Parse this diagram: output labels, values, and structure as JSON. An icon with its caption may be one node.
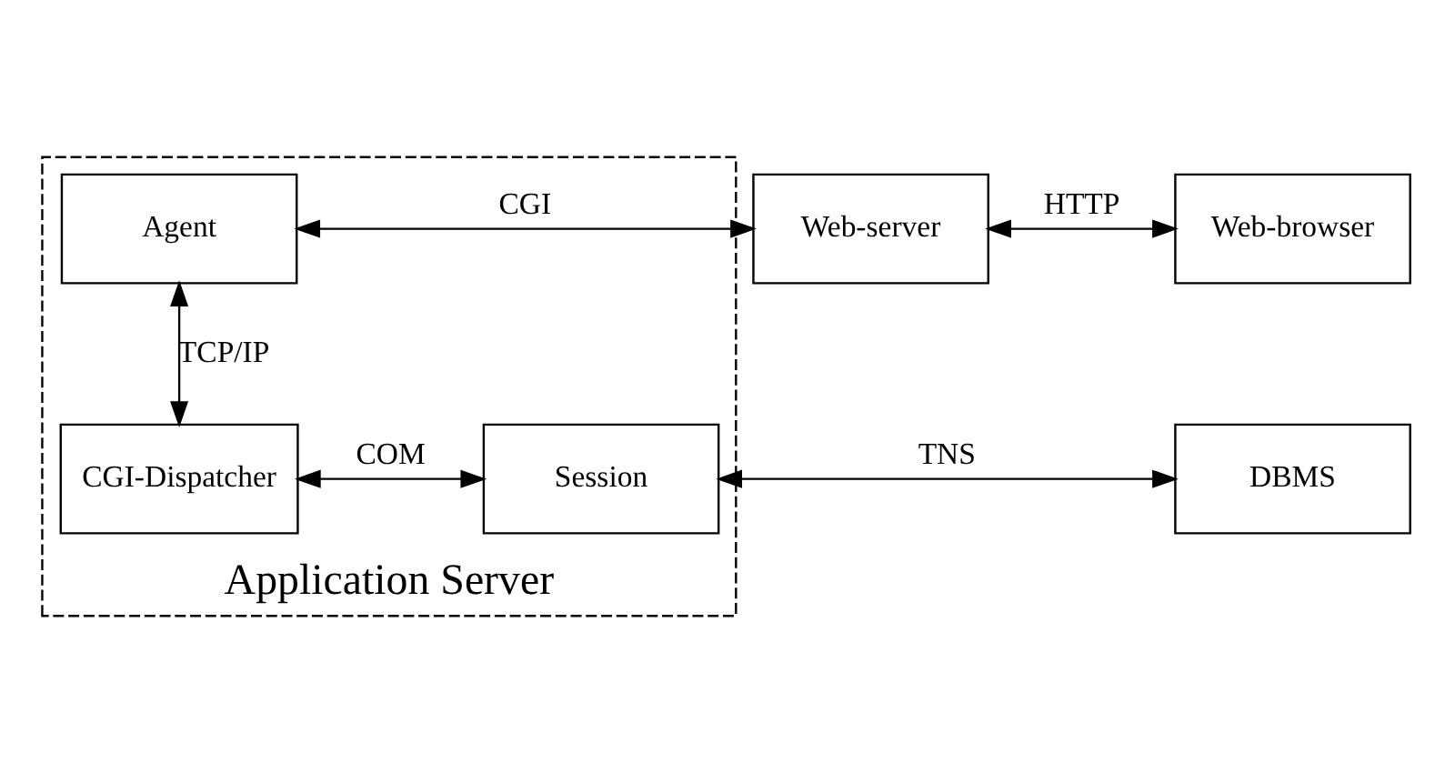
{
  "diagram": {
    "nodes": [
      {
        "text": [
          "Application Server"
        ]
      },
      {
        "text": [
          "Web-browser"
        ]
      },
      {
        "text": [
          "Web-server"
        ]
      },
      {
        "text": [
          "Agent"
        ],
        "in": 0
      },
      {
        "text": [
          "DBMS"
        ]
      },
      {
        "text": [
          "Session"
        ],
        "in": 0
      },
      {
        "text": [
          "CGI-Dispatcher"
        ],
        "in": 0
      }
    ],
    "edges": [
      {
        "from": 1,
        "to": 2,
        "arrow": "both",
        "label": "HTTP"
      },
      {
        "from": 2,
        "to": 3,
        "arrow": "both",
        "label": "CGI"
      },
      {
        "from": 3,
        "to": 6,
        "arrow": "both",
        "label": "TCP/IP"
      },
      {
        "from": 6,
        "to": 5,
        "arrow": "both",
        "label": "COM"
      },
      {
        "from": 5,
        "to": 4,
        "arrow": "both",
        "label": "TNS"
      }
    ]
  }
}
